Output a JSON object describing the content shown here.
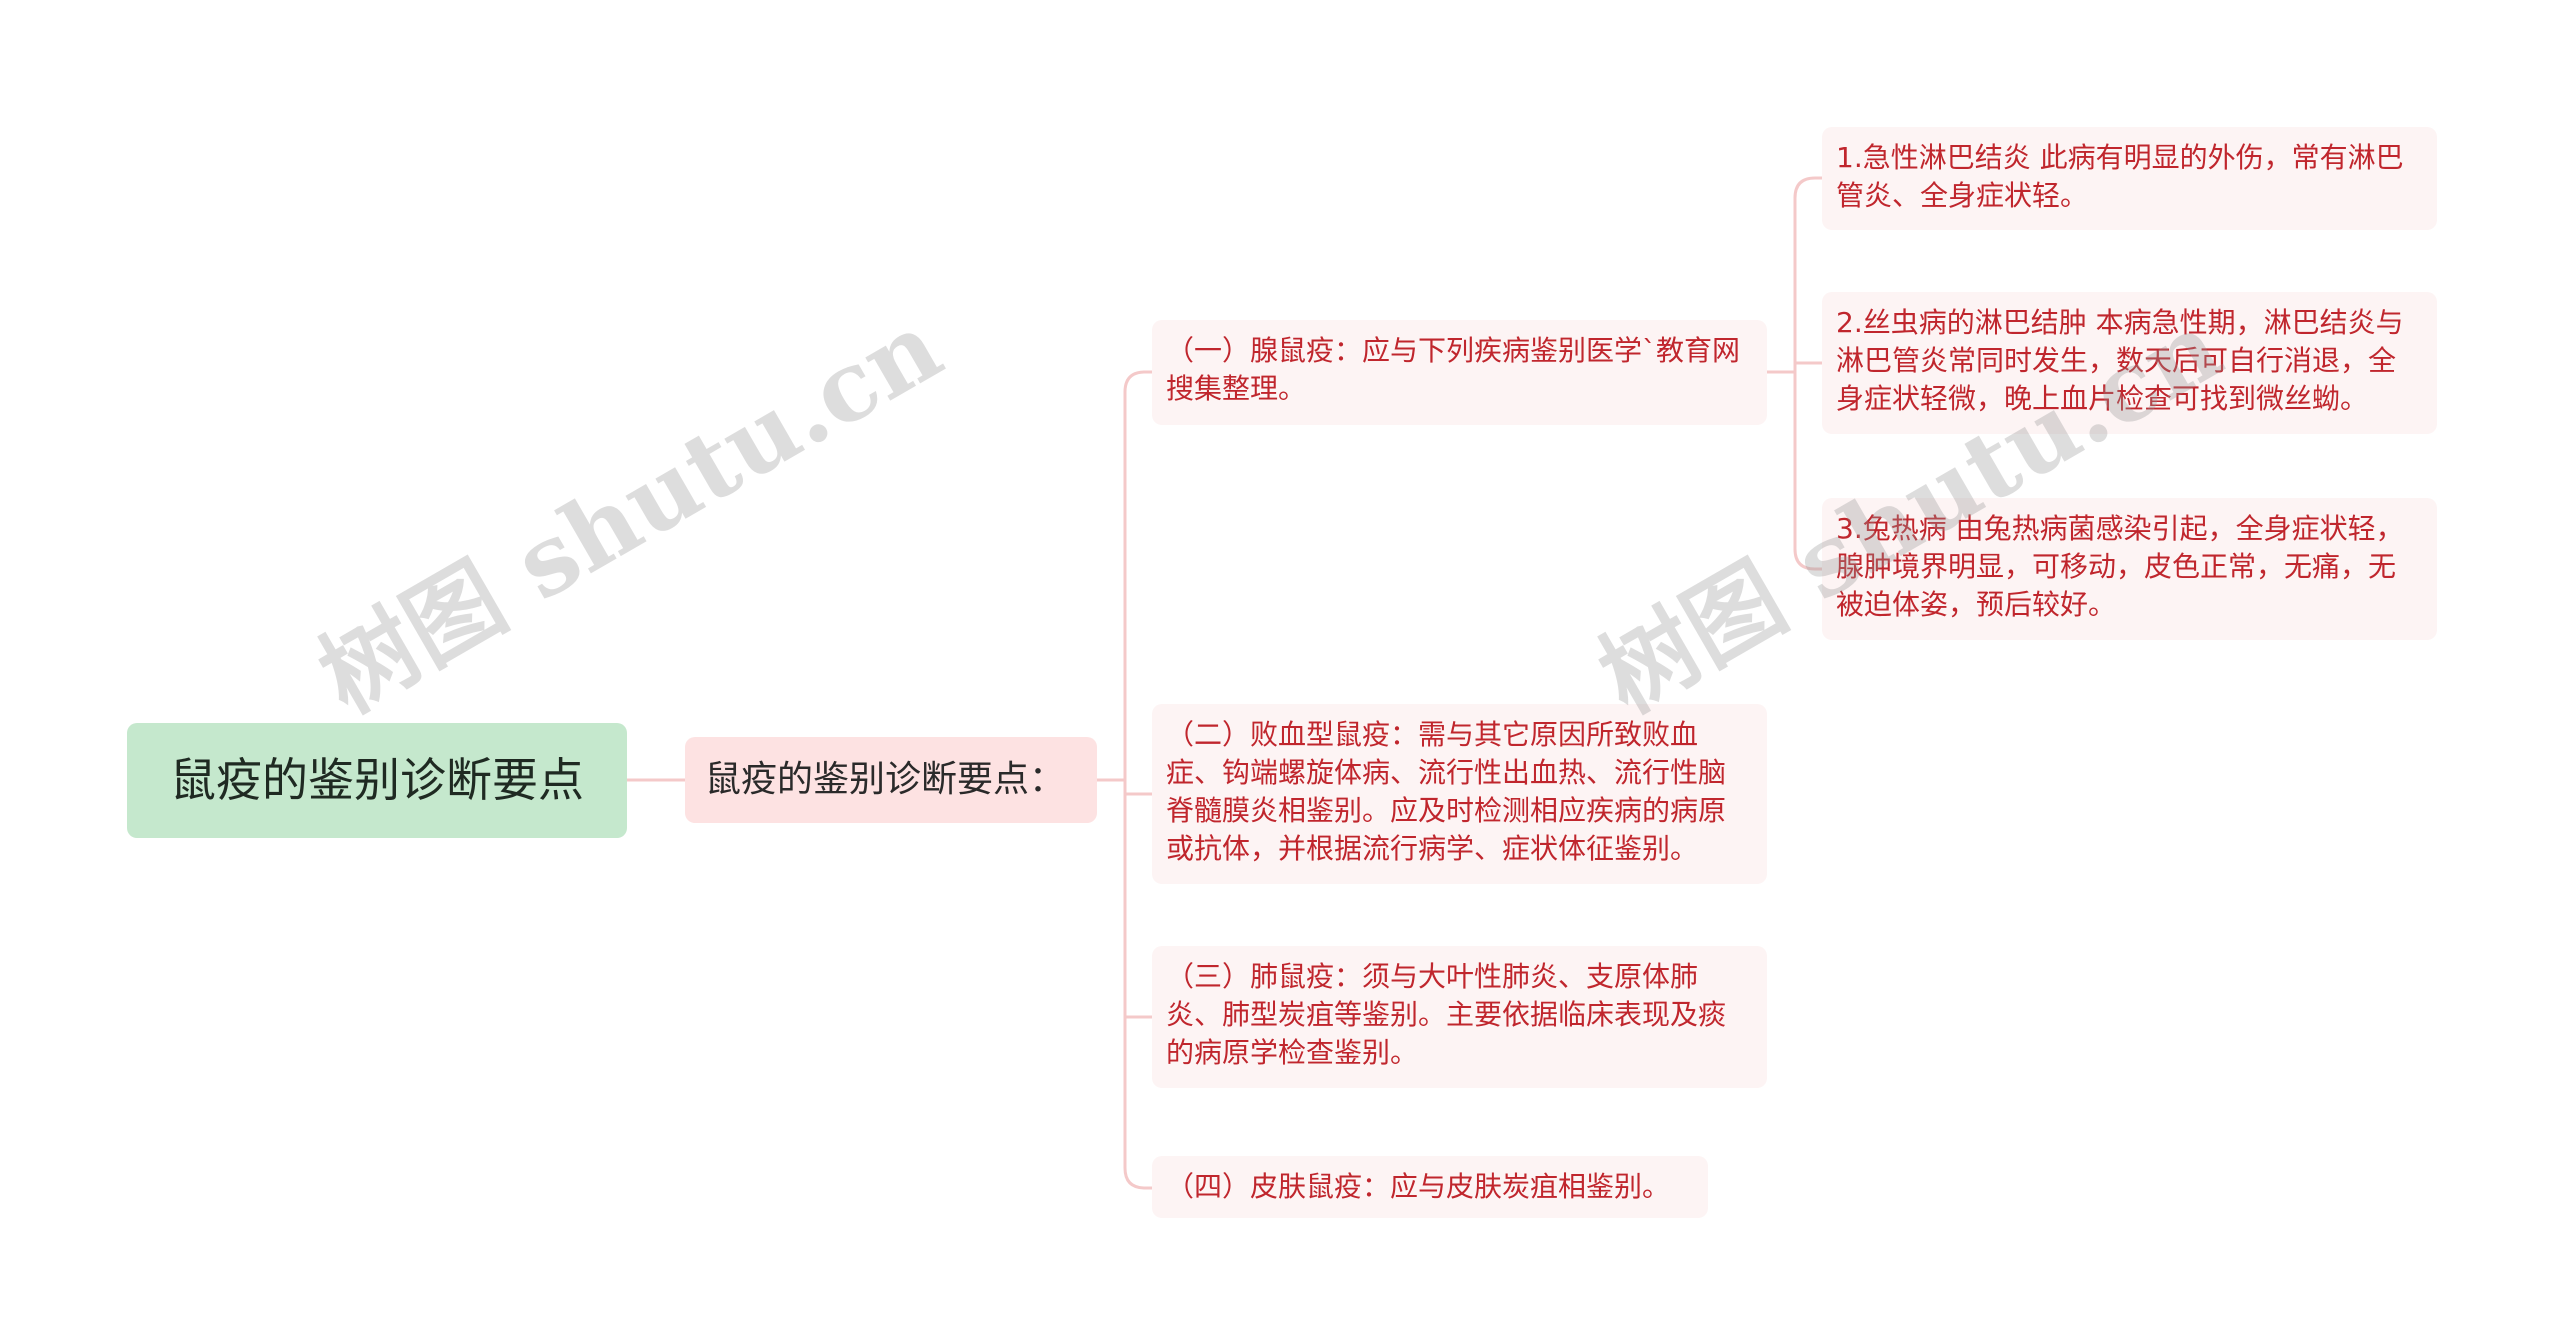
{
  "root": {
    "label": "鼠疫的鉴别诊断要点"
  },
  "mid": {
    "label": "鼠疫的鉴别诊断要点："
  },
  "branches": [
    {
      "text": "（一）腺鼠疫：应与下列疾病鉴别医学`教育网搜集整理。"
    },
    {
      "text": "（二）败血型鼠疫：需与其它原因所致败血症、钩端螺旋体病、流行性出血热、流行性脑脊髓膜炎相鉴别。应及时检测相应疾病的病原或抗体，并根据流行病学、症状体征鉴别。"
    },
    {
      "text": "（三）肺鼠疫：须与大叶性肺炎、支原体肺炎、肺型炭疽等鉴别。主要依据临床表现及痰的病原学检查鉴别。"
    },
    {
      "text": "（四）皮肤鼠疫：应与皮肤炭疽相鉴别。"
    }
  ],
  "leaves": [
    {
      "text": "1.急性淋巴结炎 此病有明显的外伤，常有淋巴管炎、全身症状轻。"
    },
    {
      "text": "2.丝虫病的淋巴结肿 本病急性期，淋巴结炎与淋巴管炎常同时发生，数天后可自行消退，全身症状轻微，晚上血片检查可找到微丝蚴。"
    },
    {
      "text": "3.兔热病 由兔热病菌感染引起，全身症状轻，腺肿境界明显，可移动，皮色正常，无痛，无被迫体姿，预后较好。"
    }
  ],
  "watermark": {
    "text": "树图 shutu.cn"
  },
  "colors": {
    "root_bg": "#c5e8cd",
    "mid_bg": "#fde2e2",
    "branch_bg": "#fdf4f4",
    "branch_text": "#c0262d",
    "connector": "#f4c9c9"
  }
}
